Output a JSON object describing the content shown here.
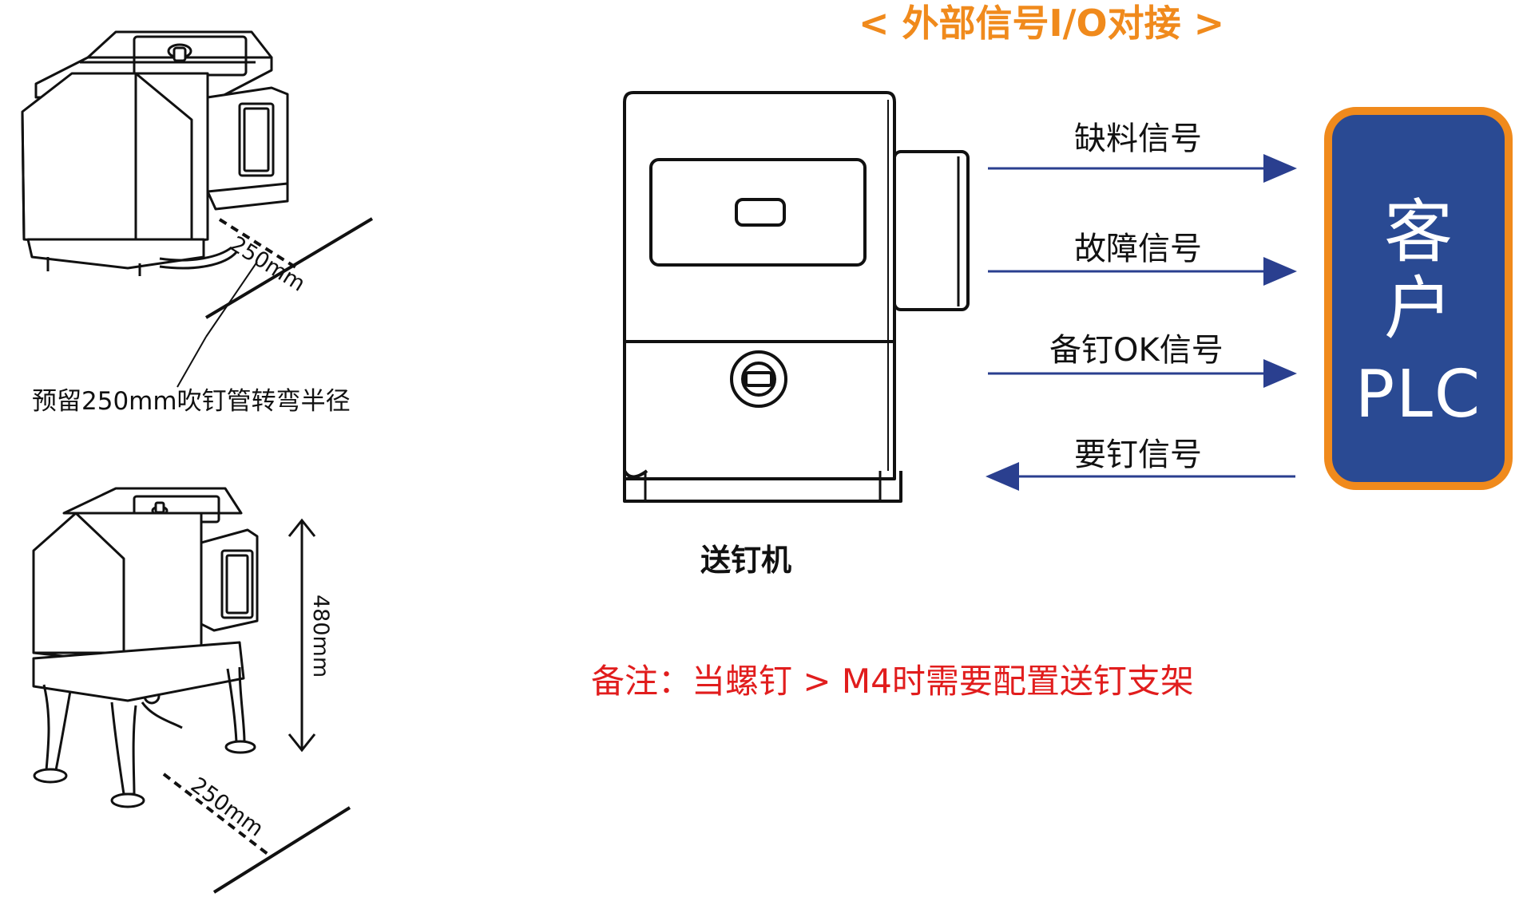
{
  "header": {
    "title": "< 外部信号I/O对接 >"
  },
  "signals": [
    {
      "label": "缺料信号",
      "direction": "to-plc"
    },
    {
      "label": "故障信号",
      "direction": "to-plc"
    },
    {
      "label": "备钉OK信号",
      "direction": "to-plc"
    },
    {
      "label": "要钉信号",
      "direction": "to-feeder"
    }
  ],
  "feeder": {
    "label": "送钉机"
  },
  "plc": {
    "line1": "客",
    "line2": "户",
    "line3": "PLC"
  },
  "note": "备注：当螺钉 > M4时需要配置送钉支架",
  "top_unit": {
    "dimension": "250mm",
    "reserve_text": "预留250mm吹钉管转弯半径"
  },
  "stand_unit": {
    "height_dimension": "480mm",
    "clearance_dimension": "250mm"
  },
  "colors": {
    "accent": "#f08a1c",
    "plc_fill": "#2a4a93",
    "arrow": "#2a3f8f",
    "note": "#e11d1d"
  }
}
